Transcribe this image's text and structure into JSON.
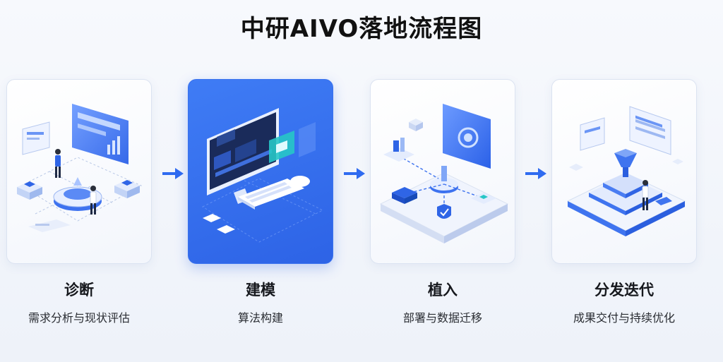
{
  "title": "中研AIVO落地流程图",
  "steps": [
    {
      "title": "诊断",
      "subtitle": "需求分析与现状评估",
      "icon": "diagnosis-isometric-illustration"
    },
    {
      "title": "建模",
      "subtitle": "算法构建",
      "icon": "modeling-computer-illustration"
    },
    {
      "title": "植入",
      "subtitle": "部署与数据迁移",
      "icon": "deployment-platform-illustration"
    },
    {
      "title": "分发迭代",
      "subtitle": "成果交付与持续优化",
      "icon": "delivery-iteration-illustration"
    }
  ],
  "colors": {
    "accent": "#2f6bf0",
    "active_card": "#3a74f2",
    "text": "#16181d"
  }
}
